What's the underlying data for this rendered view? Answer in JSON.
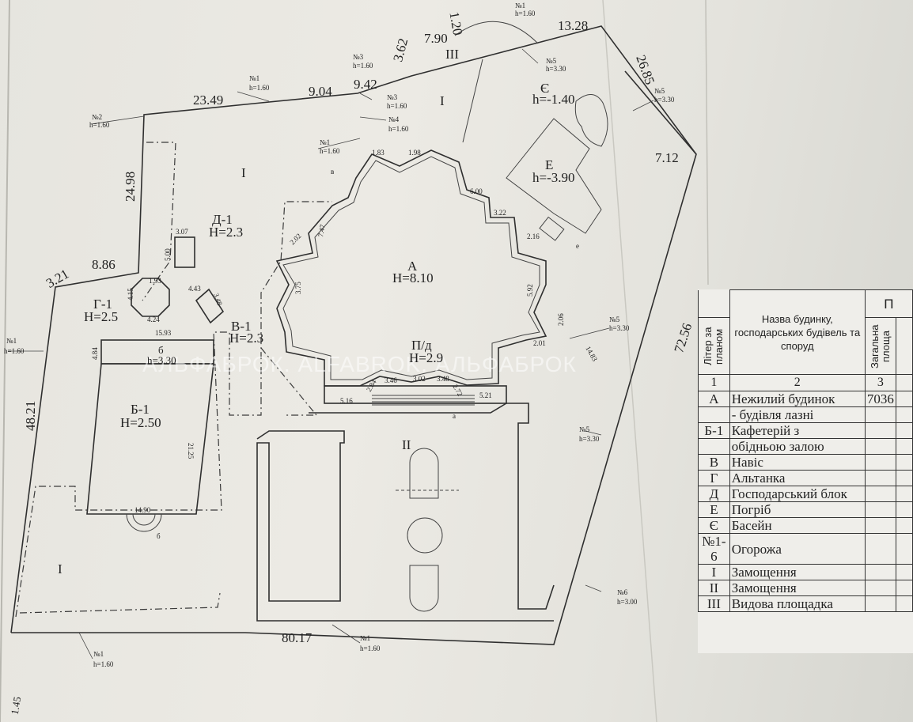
{
  "plan": {
    "labels": {
      "d23_49": "23.49",
      "d9_04": "9.04",
      "d9_42": "9.42",
      "d3_62": "3.62",
      "d7_90": "7.90",
      "d1_20": "1.20",
      "d13_28": "13.28",
      "d26_85": "26.85",
      "d7_12": "7.12",
      "d72_56": "72.56",
      "d24_98": "24.98",
      "d3_21": "3.21",
      "d8_86": "8.86",
      "d48_21": "48.21",
      "d80_17": "80.17",
      "d15_93": "15.93",
      "d14_90": "14.90",
      "d21_25": "21.25",
      "d4_84": "4.84",
      "d3_07": "3.07",
      "d5_00": "5.00",
      "d1_93": "1.93",
      "d4_24": "4.24",
      "d4_15": "4.15",
      "d4_43": "4.43",
      "d3_48": "3.48",
      "d6_00": "6.00",
      "d2_16": "2.16",
      "d3_22": "3.22",
      "d7_47": "7.47",
      "d5_16": "5.16",
      "d5_21": "5.21",
      "d3_02": "3.02",
      "d3_46": "3.46",
      "d3_48b": "3.48",
      "d2_84": "2.84",
      "d2_72": "2.72",
      "d5_92": "5.92",
      "d2_06": "2.06",
      "d2_01": "2.01",
      "d14_83": "14.83",
      "d1_83": "1.83",
      "d1_98": "1.98",
      "d2_02": "2.02",
      "d3_75": "3.75",
      "d1_45": "1.45",
      "a_name": "А",
      "a_h": "Н=8.10",
      "b_name": "Б-1",
      "b_h": "Н=2.50",
      "g_name": "Г-1",
      "g_h": "Н=2.5",
      "v_name": "В-1",
      "v_h": "Н=2.3",
      "d_name": "Д-1",
      "d_h": "Н=2.3",
      "e_name": "Е",
      "e_h": "h=-3.90",
      "ye_name": "Є",
      "ye_h": "h=-1.40",
      "pd_name": "П/д",
      "pd_h": "Н=2.9",
      "b6": "б",
      "b6_h": "h=3.30",
      "z1a": "I",
      "z1b": "I",
      "z1c": "I",
      "z2": "II",
      "z3": "III",
      "f1a": "№1",
      "f1a_h": "h=1.60",
      "f1b": "№1",
      "f1b_h": "h=1.60",
      "f1c": "№1",
      "f1c_h": "h=1.60",
      "f1d": "№1",
      "f1d_h": "h=1.60",
      "f1e": "№1",
      "f1e_h": "h=1.60",
      "f1f": "№1",
      "f1f_h": "h=1.60",
      "f2": "№2",
      "f2_h": "h=1.60",
      "f3a": "№3",
      "f3a_h": "h=1.60",
      "f3b": "№3",
      "f3b_h": "h=1.60",
      "f4": "№4",
      "f4_h": "h=1.60",
      "f5a": "№5",
      "f5a_h": "h=3.30",
      "f5b": "№5",
      "f5b_h": "h=3.30",
      "f5c": "№5",
      "f5c_h": "h=3.30",
      "f5d": "№5",
      "f5d_h": "h=3.30",
      "f6": "№6",
      "f6_h": "h=3.00",
      "a_small": "а",
      "v_small": "в",
      "b_small": "б",
      "e_small": "е"
    },
    "watermark": "АЛЬФАБРОК. ALFABROK. АЛЬФАБРОК"
  },
  "legend": {
    "col_litera": "Літер за планом",
    "col_name": "Назва будинку, господарських будівель та споруд",
    "col_area": "Загальна площа",
    "col_p": "П",
    "col_nums": [
      "1",
      "2",
      "3"
    ],
    "rows": [
      {
        "lit": "А",
        "name": "Нежилий будинок",
        "area": "7036"
      },
      {
        "lit": "",
        "name": "- будівля лазні",
        "area": ""
      },
      {
        "lit": "Б-1",
        "name": "Кафетерій з",
        "area": ""
      },
      {
        "lit": "",
        "name": "обідньою залою",
        "area": ""
      },
      {
        "lit": "В",
        "name": "Навіс",
        "area": ""
      },
      {
        "lit": "Г",
        "name": "Альтанка",
        "area": ""
      },
      {
        "lit": "Д",
        "name": "Господарський блок",
        "area": ""
      },
      {
        "lit": "Е",
        "name": "Погріб",
        "area": ""
      },
      {
        "lit": "Є",
        "name": "Басейн",
        "area": ""
      },
      {
        "lit": "№1-6",
        "name": "Огорожа",
        "area": ""
      },
      {
        "lit": "I",
        "name": "Замощення",
        "area": ""
      },
      {
        "lit": "II",
        "name": "Замощення",
        "area": ""
      },
      {
        "lit": "III",
        "name": "Видова площадка",
        "area": ""
      }
    ]
  }
}
